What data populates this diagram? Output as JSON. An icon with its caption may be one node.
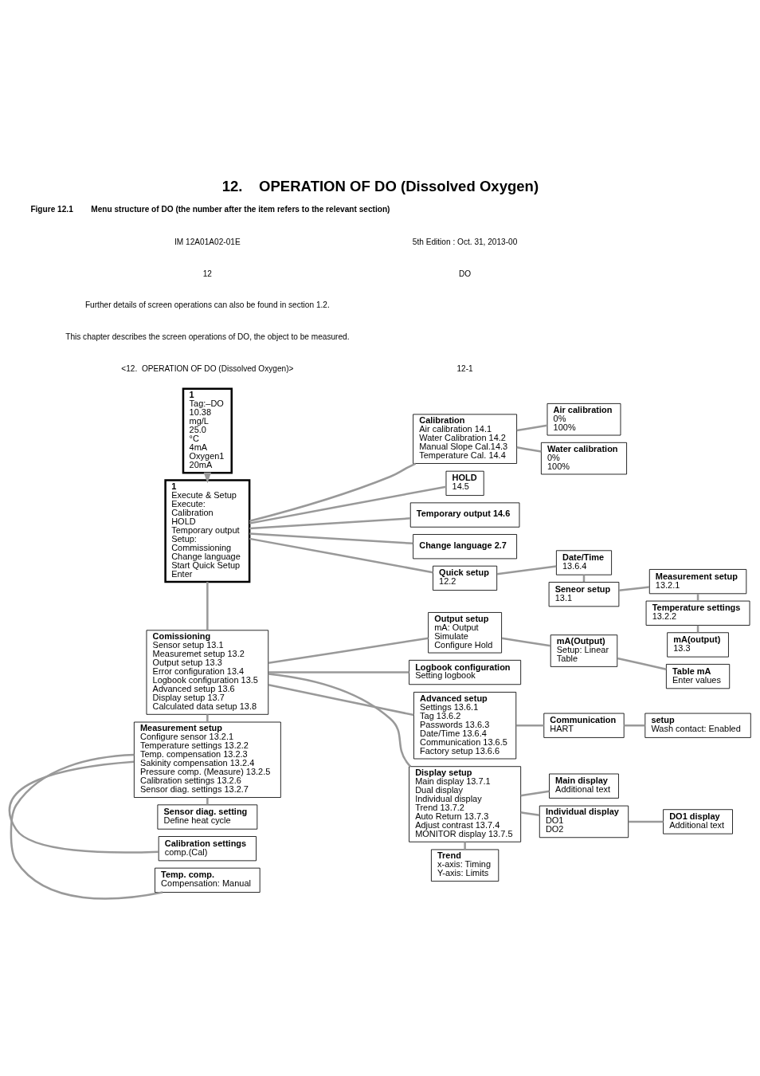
{
  "diagram": {
    "title": "12.    OPERATION OF DO (Dissolved Oxygen)",
    "caption": "Figure 12.1        Menu structure of DO (the number after the item refers to the relevant section)",
    "nodes": [
      {
        "text": [
          "1",
          "Tag:–DO",
          "10.38",
          "mg/L",
          "25.0",
          "°C",
          "4mA",
          "Oxygen1",
          "20mA"
        ]
      },
      {
        "text": [
          "1",
          "Execute & Setup",
          "Execute:",
          "Calibration",
          "HOLD",
          "Temporary output",
          "Setup:",
          "Commissioning",
          "Change language",
          "Start Quick Setup",
          "Enter"
        ]
      },
      {
        "text": [
          "Calibration",
          "Air calibration 14.1",
          "Water Calibration 14.2",
          "Manual Slope Cal.14.3",
          "Temperature Cal. 14.4"
        ]
      },
      {
        "text": [
          "Air calibration",
          "0%",
          "100%"
        ]
      },
      {
        "text": [
          "Water calibration",
          "0%",
          "100%"
        ]
      },
      {
        "text": [
          "HOLD",
          "14.5"
        ]
      },
      {
        "text": [
          "Temporary output 14.6"
        ]
      },
      {
        "text": [
          "Change language 2.7"
        ]
      },
      {
        "text": [
          "Quick setup",
          "12.2"
        ]
      },
      {
        "text": [
          "Date/Time",
          "13.6.4"
        ]
      },
      {
        "text": [
          "Seneor setup",
          "13.1"
        ]
      },
      {
        "text": [
          "Measurement setup",
          "13.2.1"
        ]
      },
      {
        "text": [
          "Temperature settings",
          "13.2.2"
        ]
      },
      {
        "text": [
          "mA(output)",
          "13.3"
        ]
      },
      {
        "text": [
          "Comissioning",
          "Sensor setup 13.1",
          "Measuremet setup 13.2",
          "Output setup 13.3",
          "Error configuration 13.4",
          "Logbook configuration 13.5",
          "Advanced setup 13.6",
          "Display setup 13.7",
          "Calculated data setup 13.8"
        ]
      },
      {
        "text": [
          "Output setup",
          "mA: Output",
          "Simulate",
          "Configure Hold"
        ]
      },
      {
        "text": [
          "mA(Output)",
          "Setup: Linear",
          "Table"
        ]
      },
      {
        "text": [
          "Table mA",
          "Enter values"
        ]
      },
      {
        "text": [
          "Logbook configuration",
          "Setting logbook"
        ]
      },
      {
        "text": [
          "Advanced setup",
          "Settings 13.6.1",
          "Tag 13.6.2",
          "Passwords 13.6.3",
          "Date/Time 13.6.4",
          "Communication 13.6.5",
          "Factory setup 13.6.6"
        ]
      },
      {
        "text": [
          "Communication",
          "HART"
        ]
      },
      {
        "text": [
          "setup",
          "Wash contact: Enabled"
        ]
      },
      {
        "text": [
          "Measurement setup",
          "Configure sensor 13.2.1",
          "Temperature settings 13.2.2",
          "Temp. compensation 13.2.3",
          "Sakinity compensation 13.2.4",
          "Pressure comp. (Measure) 13.2.5",
          "Calibration settings 13.2.6",
          "Sensor diag. settings 13.2.7"
        ]
      },
      {
        "text": [
          "Display setup",
          "Main display 13.7.1",
          "Dual display",
          "Individual display",
          "Trend 13.7.2",
          "Auto Return 13.7.3",
          "Adjust contrast 13.7.4",
          "MONITOR display 13.7.5"
        ]
      },
      {
        "text": [
          "Main display",
          "Additional text"
        ]
      },
      {
        "text": [
          "Individual display",
          "DO1",
          "DO2"
        ]
      },
      {
        "text": [
          "DO1 display",
          "Additional text"
        ]
      },
      {
        "text": [
          "Temp. comp.",
          "Compensation: Manual"
        ]
      },
      {
        "text": [
          "Calibration settings",
          "comp.(Cal)"
        ]
      },
      {
        "text": [
          "Sensor diag. setting",
          "Define heat cycle"
        ]
      },
      {
        "text": [
          "Trend",
          "x-axis: Timing",
          "Y-axis: Limits"
        ]
      }
    ],
    "edges": [
      {
        "from": 0,
        "to": 1,
        "arrow": "to"
      },
      {
        "from": 1,
        "to": 2,
        "arrow": "none"
      },
      {
        "from": 2,
        "to": 3,
        "arrow": "none"
      },
      {
        "from": 2,
        "to": 4,
        "arrow": "none"
      },
      {
        "from": 1,
        "to": 5,
        "arrow": "none"
      },
      {
        "from": 1,
        "to": 6,
        "arrow": "none"
      },
      {
        "from": 1,
        "to": 7,
        "arrow": "none"
      },
      {
        "from": 1,
        "to": 8,
        "arrow": "none"
      },
      {
        "from": 8,
        "to": 9,
        "arrow": "none"
      },
      {
        "from": 9,
        "to": 10,
        "arrow": "none"
      },
      {
        "from": 10,
        "to": 11,
        "arrow": "none"
      },
      {
        "from": 11,
        "to": 12,
        "arrow": "none"
      },
      {
        "from": 12,
        "to": 13,
        "arrow": "none"
      },
      {
        "from": 1,
        "to": 14,
        "arrow": "none"
      },
      {
        "from": 14,
        "to": 15,
        "arrow": "none"
      },
      {
        "from": 15,
        "to": 16,
        "arrow": "none"
      },
      {
        "from": 16,
        "to": 17,
        "arrow": "none"
      },
      {
        "from": 14,
        "to": 18,
        "arrow": "none"
      },
      {
        "from": 14,
        "to": 19,
        "arrow": "none"
      },
      {
        "from": 19,
        "to": 20,
        "arrow": "none"
      },
      {
        "from": 20,
        "to": 21,
        "arrow": "none"
      },
      {
        "from": 14,
        "to": 22,
        "arrow": "none"
      },
      {
        "from": 14,
        "to": 23,
        "arrow": "none"
      },
      {
        "from": 23,
        "to": 24,
        "arrow": "none"
      },
      {
        "from": 23,
        "to": 25,
        "arrow": "none"
      },
      {
        "from": 25,
        "to": 26,
        "arrow": "none"
      },
      {
        "from": 22,
        "to": 27,
        "arrow": "none"
      },
      {
        "from": 22,
        "to": 28,
        "arrow": "none"
      },
      {
        "from": 22,
        "to": 29,
        "arrow": "none"
      },
      {
        "from": 23,
        "to": 30,
        "arrow": "none"
      }
    ],
    "labels": [
      "<12.  OPERATION OF DO (Dissolved Oxygen)>",
      "12-1",
      "This chapter describes the screen operations of DO, the object to be measured.",
      "Further details of screen operations can also be found in section 1.2.",
      "12",
      "DO",
      "IM 12A01A02-01E",
      "5th Edition : Oct. 31, 2013-00"
    ]
  }
}
